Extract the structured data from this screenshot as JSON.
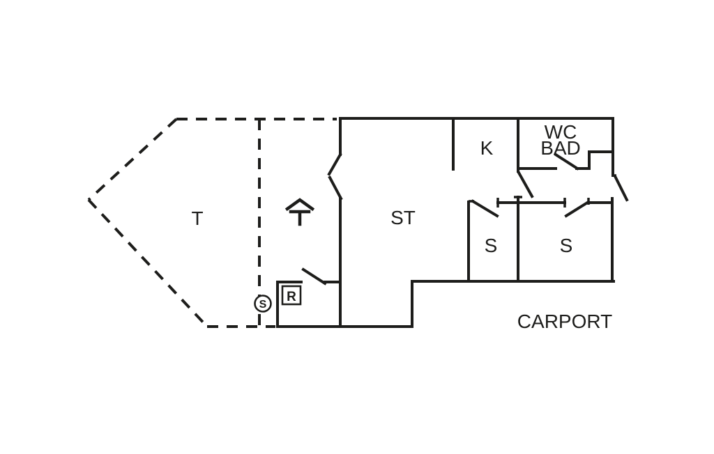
{
  "diagram": {
    "type": "holiday-home floor plan",
    "background_color": "#ffffff",
    "line_color": "#1d1d1b",
    "labels": {
      "terrace": "T",
      "living_room": "ST",
      "kitchen": "K",
      "bathroom_line1": "WC",
      "bathroom_line2": "BAD",
      "bedroom_left": "S",
      "bedroom_right": "S",
      "carport": "CARPORT",
      "meter_circle": "S",
      "meter_box": "R"
    },
    "icons": {
      "entrance_arrow": "up-arrow-entrance"
    }
  }
}
